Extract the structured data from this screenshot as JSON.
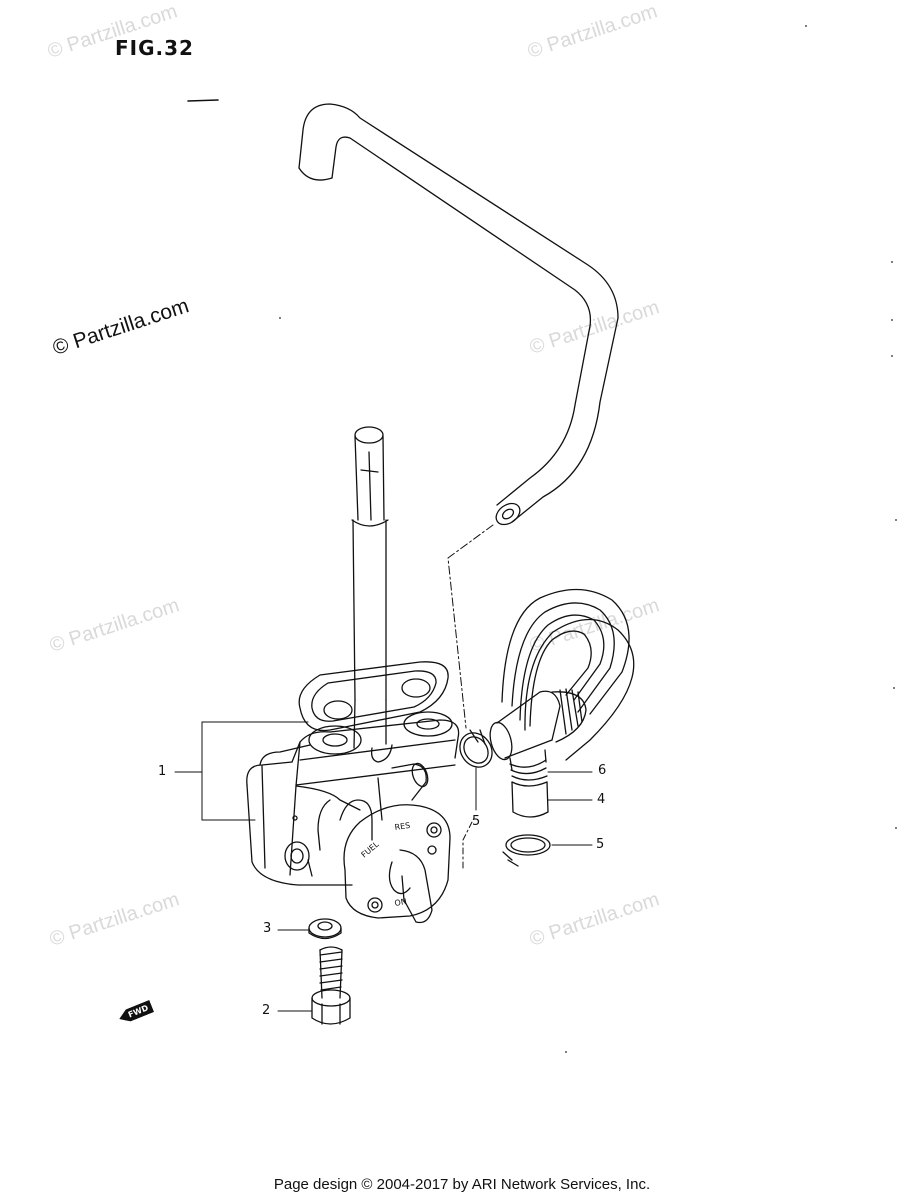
{
  "figure": {
    "title": "FIG.32"
  },
  "watermarks": {
    "main": "© Partzilla.com",
    "faint": "© Partzilla.com"
  },
  "callouts": [
    {
      "label": "1",
      "part": "fuel-cock-assembly"
    },
    {
      "label": "2",
      "part": "bolt"
    },
    {
      "label": "3",
      "part": "washer"
    },
    {
      "label": "4",
      "part": "hose"
    },
    {
      "label": "5",
      "part": "clip"
    },
    {
      "label": "5",
      "part": "clip"
    },
    {
      "label": "6",
      "part": "hose-joint"
    }
  ],
  "valve_markings": {
    "res": "RES",
    "fuel": "FUEL",
    "on": "ON"
  },
  "fwd_badge": "FWD",
  "footer": {
    "copyright": "Page design © 2004-2017 by ARI Network Services, Inc."
  },
  "colors": {
    "line": "#111111",
    "watermark": "#d9d9d9",
    "background": "#ffffff"
  }
}
